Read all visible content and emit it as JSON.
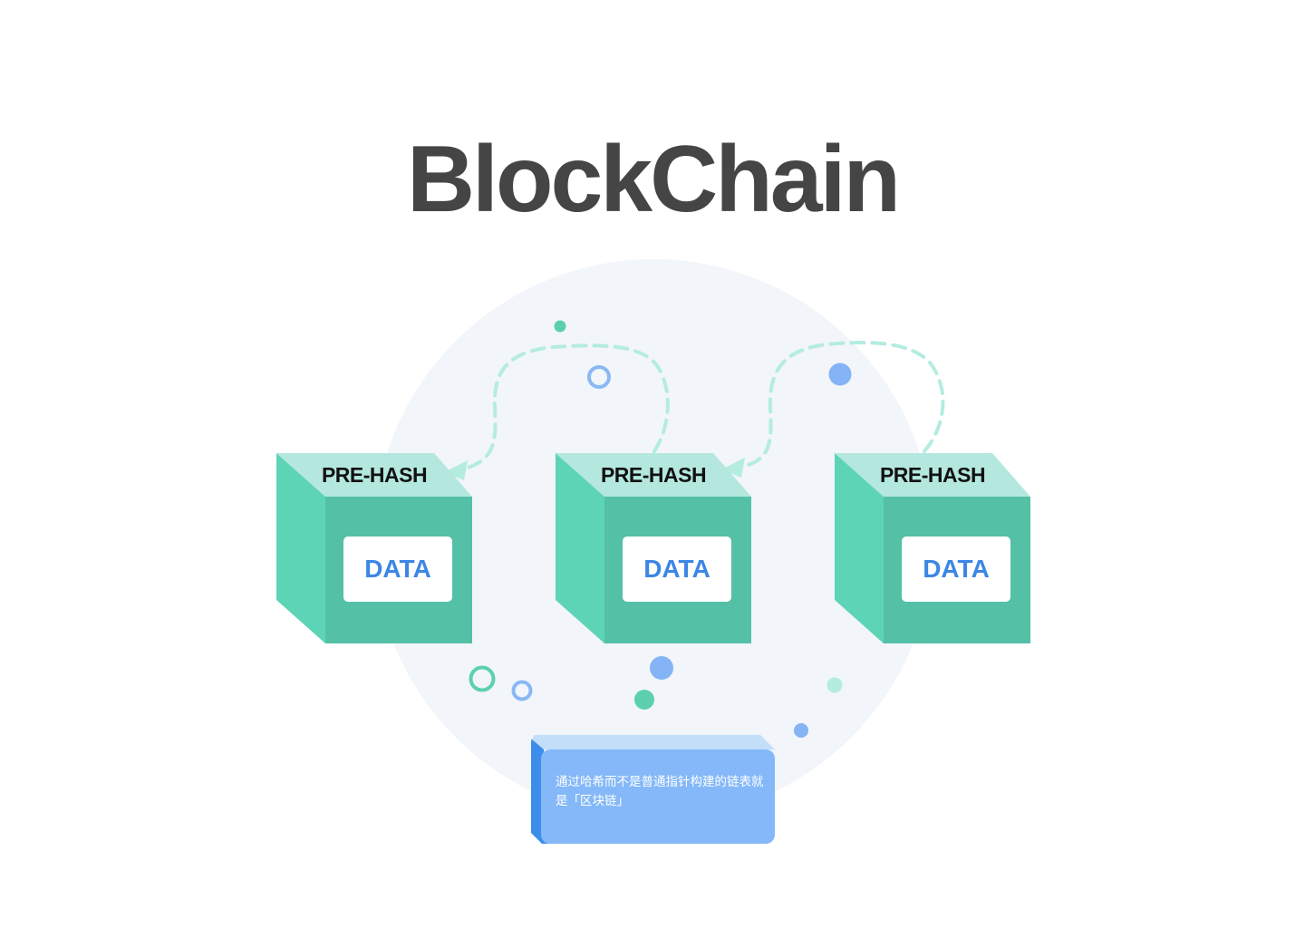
{
  "title": "BlockChain",
  "blocks": [
    {
      "header": "PRE-HASH",
      "body": "DATA"
    },
    {
      "header": "PRE-HASH",
      "body": "DATA"
    },
    {
      "header": "PRE-HASH",
      "body": "DATA"
    }
  ],
  "note": {
    "text": "通过哈希而不是普通指针构建的链表就是「区块链」"
  },
  "colors": {
    "title": "#454545",
    "background_circle": "#f2f5fa",
    "block_front": "#54c0a6",
    "block_side": "#5ed4b6",
    "block_top": "#b4e8df",
    "data_text": "#3c86e4",
    "arrow": "#b4ece0",
    "note_front": "#84b8f8",
    "note_side": "#3d8eea",
    "note_top": "#c2def9"
  },
  "connections": [
    {
      "from_block": 2,
      "to_block": 1,
      "style": "dashed-arrow"
    },
    {
      "from_block": 3,
      "to_block": 2,
      "style": "dashed-arrow"
    }
  ]
}
